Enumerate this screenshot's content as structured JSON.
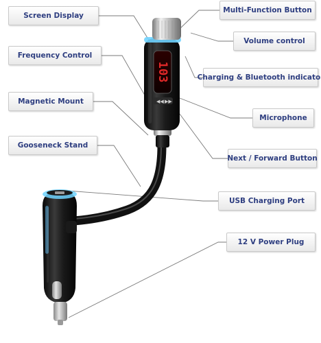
{
  "labels": {
    "screen_display": "Screen Display",
    "frequency_control": "Frequency Control",
    "magnetic_mount": "Magnetic Mount",
    "gooseneck_stand": "Gooseneck Stand",
    "multi_function_button": "Multi-Function Button",
    "volume_control": "Volume control",
    "charging_bluetooth_indicator": "Charging & Bluetooth indicator",
    "microphone": "Microphone",
    "next_forward_button": "Next / Forward Button",
    "usb_charging_port": "USB Charging Port",
    "power_plug": "12 V Power Plug"
  },
  "display": {
    "readout": "103"
  },
  "colors": {
    "label_text": "#2e3e80",
    "device_body": "#1b1b1b",
    "led_ring": "#6fd3ff",
    "screen_digits": "#e02828"
  }
}
